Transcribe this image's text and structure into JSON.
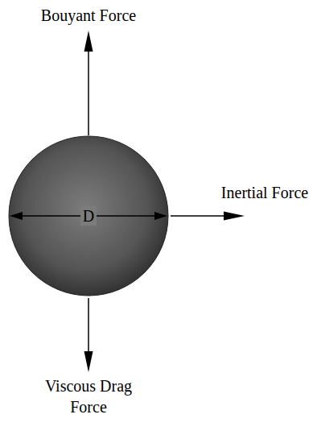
{
  "diagram": {
    "nodes": [
      {
        "text": [
          "D"
        ]
      }
    ],
    "labels": [
      "Bouyant Force",
      "Inertial Force",
      "Viscous Drag Force"
    ]
  }
}
